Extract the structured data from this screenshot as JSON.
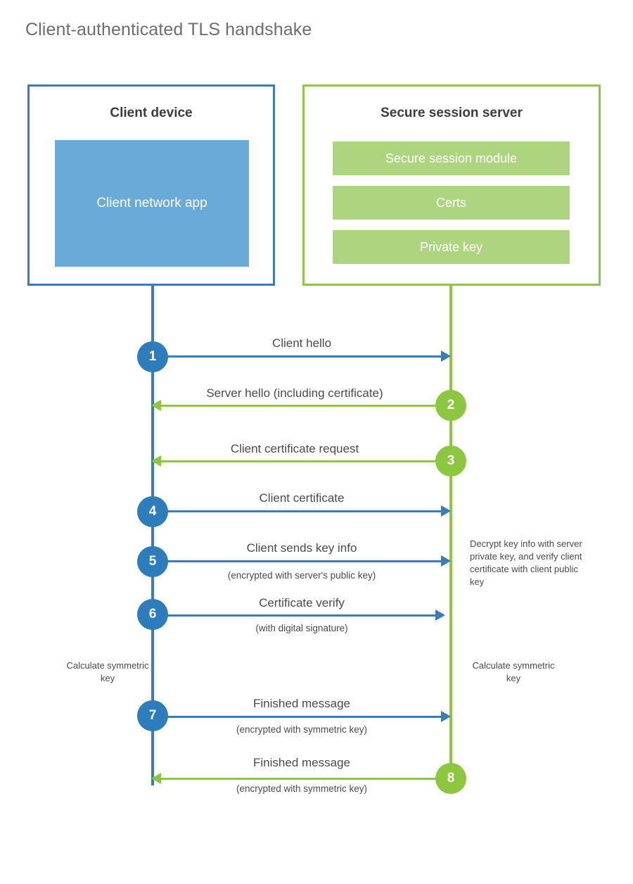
{
  "title": "Client-authenticated TLS handshake",
  "colors": {
    "blue_border": "#3a7cb8",
    "blue_fill": "#6aaad8",
    "blue_circle": "#2d7dbd",
    "green_border": "#8dc63f",
    "green_fill": "#add47e",
    "text": "#4a4a4a",
    "title_text": "#6d6d6d"
  },
  "client": {
    "title": "Client device",
    "app_label": "Client network app"
  },
  "server": {
    "title": "Secure session server",
    "components": [
      {
        "label": "Secure session module"
      },
      {
        "label": "Certs"
      },
      {
        "label": "Private key"
      }
    ]
  },
  "steps": [
    {
      "number": "1",
      "label": "Client hello",
      "sublabel": "",
      "direction": "client-to-server",
      "color": "blue"
    },
    {
      "number": "2",
      "label": "Server hello (including certificate)",
      "sublabel": "",
      "direction": "server-to-client",
      "color": "green"
    },
    {
      "number": "3",
      "label": "Client certificate request",
      "sublabel": "",
      "direction": "server-to-client",
      "color": "green"
    },
    {
      "number": "4",
      "label": "Client certificate",
      "sublabel": "",
      "direction": "client-to-server",
      "color": "blue"
    },
    {
      "number": "5",
      "label": "Client sends key info",
      "sublabel": "(encrypted with server's public key)",
      "direction": "client-to-server",
      "color": "blue"
    },
    {
      "number": "6",
      "label": "Certificate verify",
      "sublabel": "(with digital signature)",
      "direction": "client-to-server",
      "color": "blue"
    },
    {
      "number": "7",
      "label": "Finished message",
      "sublabel": "(encrypted with symmetric key)",
      "direction": "client-to-server",
      "color": "blue"
    },
    {
      "number": "8",
      "label": "Finished message",
      "sublabel": "(encrypted with symmetric key)",
      "direction": "server-to-client",
      "color": "green"
    }
  ],
  "notes": {
    "server_decrypt": "Decrypt key info with server private key, and verify client certificate with client public key",
    "client_calculate": "Calculate symmetric key",
    "server_calculate": "Calculate symmetric key"
  }
}
